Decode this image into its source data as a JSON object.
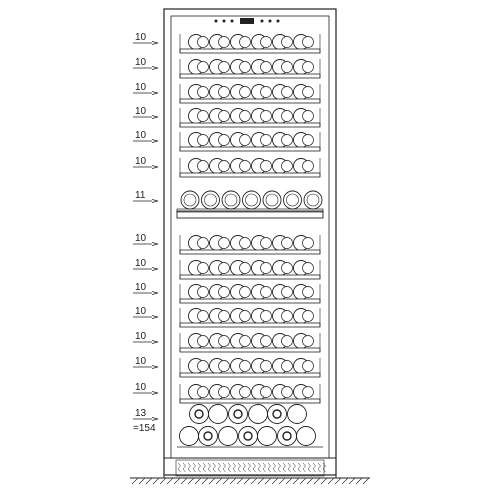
{
  "diagram": {
    "shelf_labels": [
      "10",
      "10",
      "10",
      "10",
      "10",
      "10",
      "11",
      "10",
      "10",
      "10",
      "10",
      "10",
      "10",
      "10",
      "13"
    ],
    "total_label": "=154"
  },
  "colors": {
    "line": "#222222",
    "fill": "#ffffff"
  }
}
